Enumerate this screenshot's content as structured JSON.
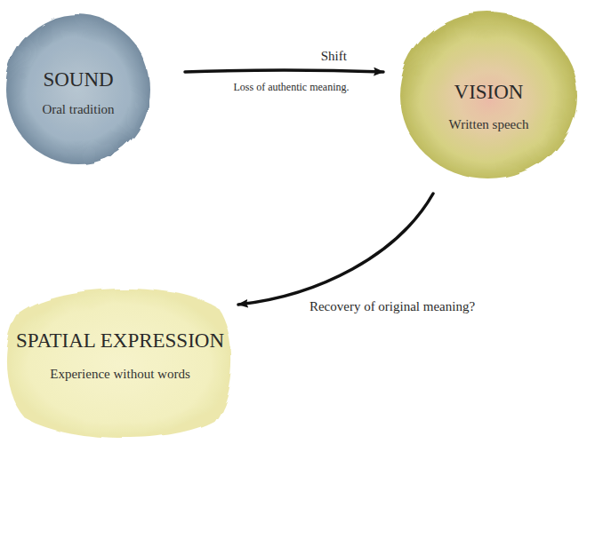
{
  "diagram": {
    "nodes": [
      {
        "text": [
          "SOUND",
          "Oral tradition"
        ]
      },
      {
        "text": [
          "VISION",
          "Written speech"
        ]
      },
      {
        "text": [
          "SPATIAL EXPRESSION",
          "Experience without words"
        ]
      }
    ],
    "edges": [
      {
        "from": 0,
        "to": 1,
        "arrow": "to",
        "label": "Shift"
      },
      {
        "from": 1,
        "to": 2,
        "arrow": "to",
        "label": "Recovery of original meaning?"
      }
    ],
    "labels": [
      "Loss of authentic meaning."
    ]
  }
}
